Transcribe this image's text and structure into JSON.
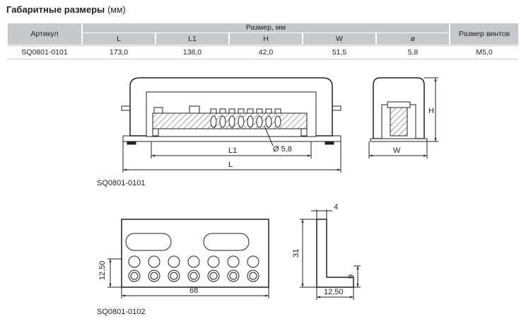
{
  "heading": {
    "title": "Габаритные размеры",
    "unit": "(мм)"
  },
  "table": {
    "article_header": "Артикул",
    "size_group_header": "Размер, мм",
    "screw_header": "Размер винтов",
    "columns": [
      "L",
      "L1",
      "H",
      "W",
      "ø"
    ],
    "rows": [
      {
        "article": "SQ0801-0101",
        "values": [
          "173,0",
          "138,0",
          "42,0",
          "51,5",
          "5,8"
        ],
        "screw": "M5,0"
      }
    ]
  },
  "drawing1": {
    "caption": "SQ0801-0101",
    "dim_l1": "L1",
    "dim_l": "L",
    "dim_hole": "Ø 5,8",
    "dim_h": "H",
    "dim_w": "W"
  },
  "drawing2": {
    "caption": "SQ0801-0102",
    "dim_height": "12,50",
    "dim_width": "68",
    "dim_thickness": "4",
    "dim_total_height": "31",
    "dim_foot_height": "9",
    "dim_foot_width": "12,50"
  },
  "colors": {
    "header_bg": "#c6c8ca",
    "line": "#231f20"
  }
}
